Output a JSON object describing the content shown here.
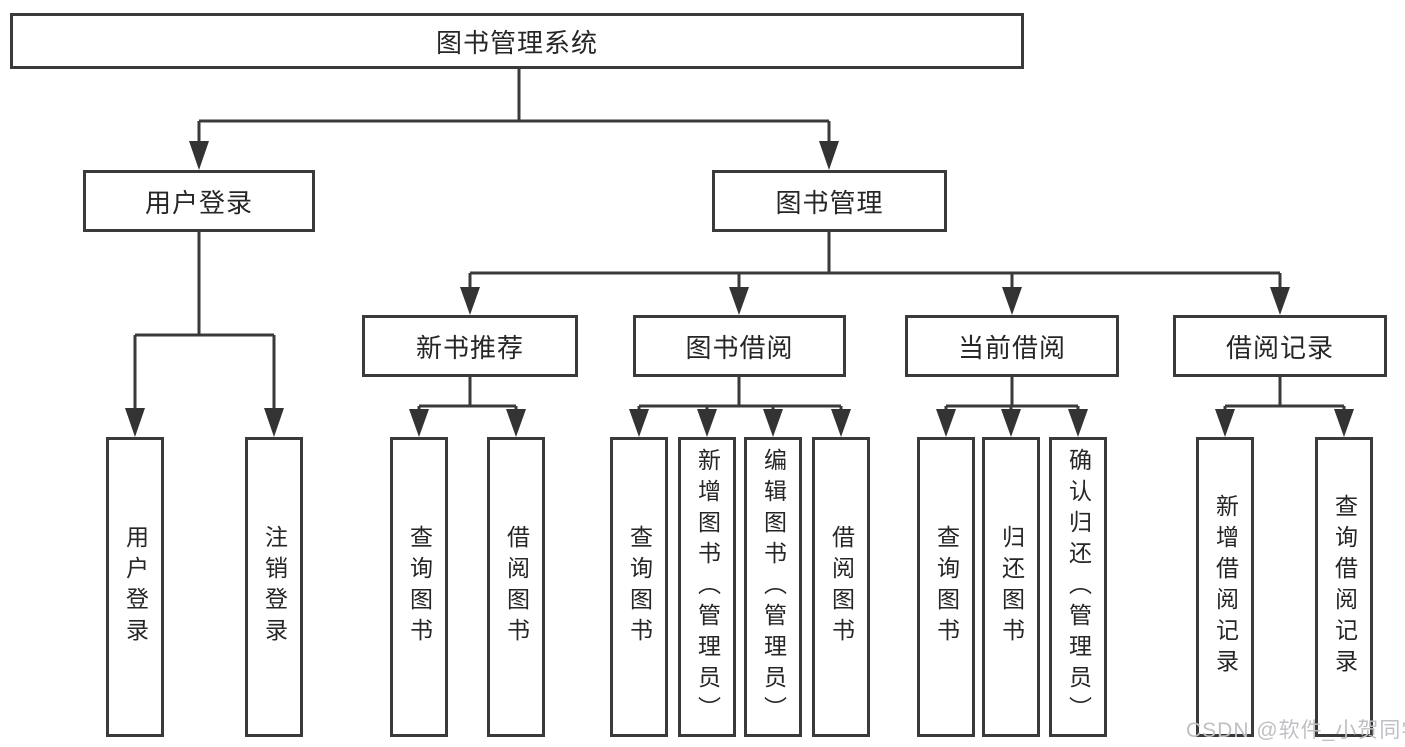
{
  "colors": {
    "line": "#3a3a3a",
    "arrow": "#333333",
    "text": "#262626",
    "background": "#ffffff",
    "watermark_text": "#c0c0c4"
  },
  "tree": {
    "root": "图书管理系统",
    "branches": [
      {
        "label": "用户登录",
        "children": [
          {
            "label": "用户登录"
          },
          {
            "label": "注销登录"
          }
        ]
      },
      {
        "label": "图书管理",
        "groups": [
          {
            "label": "新书推荐",
            "children": [
              {
                "label": "查询图书"
              },
              {
                "label": "借阅图书"
              }
            ]
          },
          {
            "label": "图书借阅",
            "children": [
              {
                "label": "查询图书"
              },
              {
                "label": "新增图书（管理员）"
              },
              {
                "label": "编辑图书（管理员）"
              },
              {
                "label": "借阅图书"
              }
            ]
          },
          {
            "label": "当前借阅",
            "children": [
              {
                "label": "查询图书"
              },
              {
                "label": "归还图书"
              },
              {
                "label": "确认归还（管理员）"
              }
            ]
          },
          {
            "label": "借阅记录",
            "children": [
              {
                "label": "新增借阅记录"
              },
              {
                "label": "查询借阅记录"
              }
            ]
          }
        ]
      }
    ]
  },
  "watermark": "CSDN @软件_小贺同学"
}
